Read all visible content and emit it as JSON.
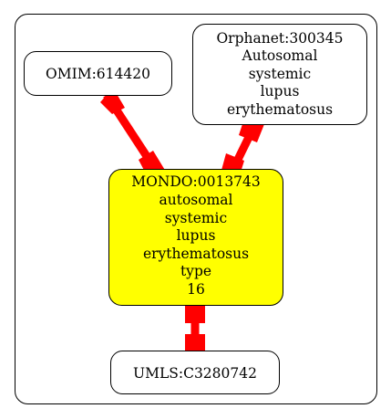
{
  "diagram": {
    "colors": {
      "background": "#ffffff",
      "node_fill": "#ffffff",
      "highlight_fill": "#ffff00",
      "stroke": "#000000",
      "edge": "#ff0000"
    },
    "nodes": {
      "omim": {
        "label": "OMIM:614420"
      },
      "orphanet": {
        "lines": [
          "Orphanet:300345",
          "Autosomal",
          "systemic",
          "lupus",
          "erythematosus"
        ]
      },
      "mondo": {
        "lines": [
          "MONDO:0013743",
          "autosomal",
          "systemic",
          "lupus",
          "erythematosus",
          "type",
          "16"
        ]
      },
      "umls": {
        "label": "UMLS:C3280742"
      }
    },
    "edges": [
      {
        "from": "omim",
        "to": "mondo"
      },
      {
        "from": "orphanet",
        "to": "mondo"
      },
      {
        "from": "mondo",
        "to": "umls"
      }
    ]
  }
}
